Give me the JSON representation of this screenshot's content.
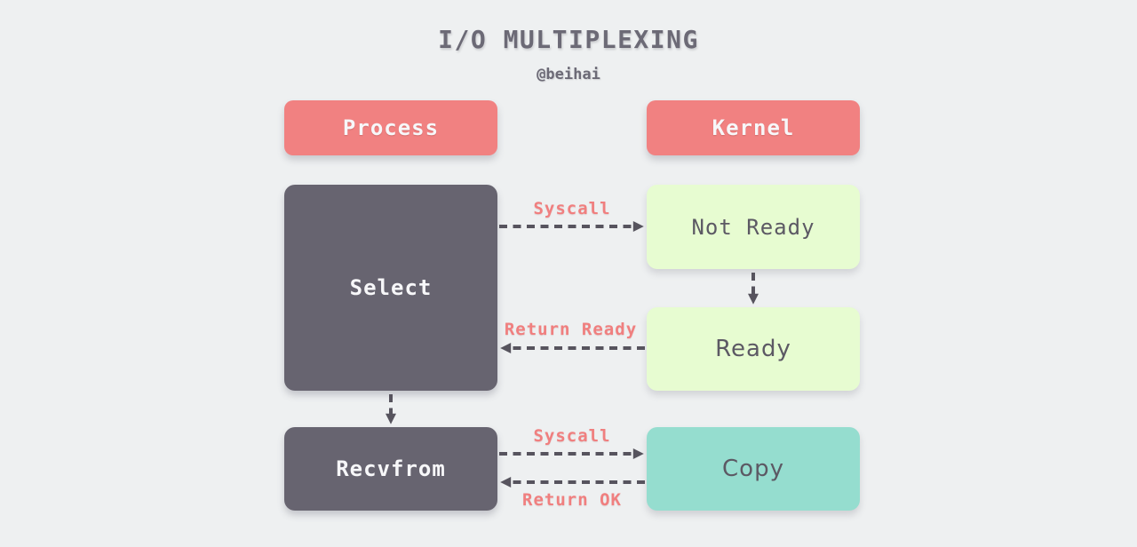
{
  "title": "I/O MULTIPLEXING",
  "subtitle": "@beihai",
  "colors": {
    "background": "#eef0f1",
    "salmon": "#f18181",
    "dark": "#676470",
    "light_green": "#e7fcd1",
    "mint": "#95ddcf",
    "arrow": "#57545e",
    "arrow_label": "#f07f7f",
    "title_text": "#6c6a76"
  },
  "headers": {
    "process": "Process",
    "kernel": "Kernel"
  },
  "nodes": {
    "select": "Select",
    "not_ready": "Not Ready",
    "ready": "Ready",
    "recvfrom": "Recvfrom",
    "copy": "Copy"
  },
  "arrow_labels": {
    "syscall_top": "Syscall",
    "return_ready": "Return Ready",
    "syscall_bottom": "Syscall",
    "return_ok": "Return OK"
  }
}
